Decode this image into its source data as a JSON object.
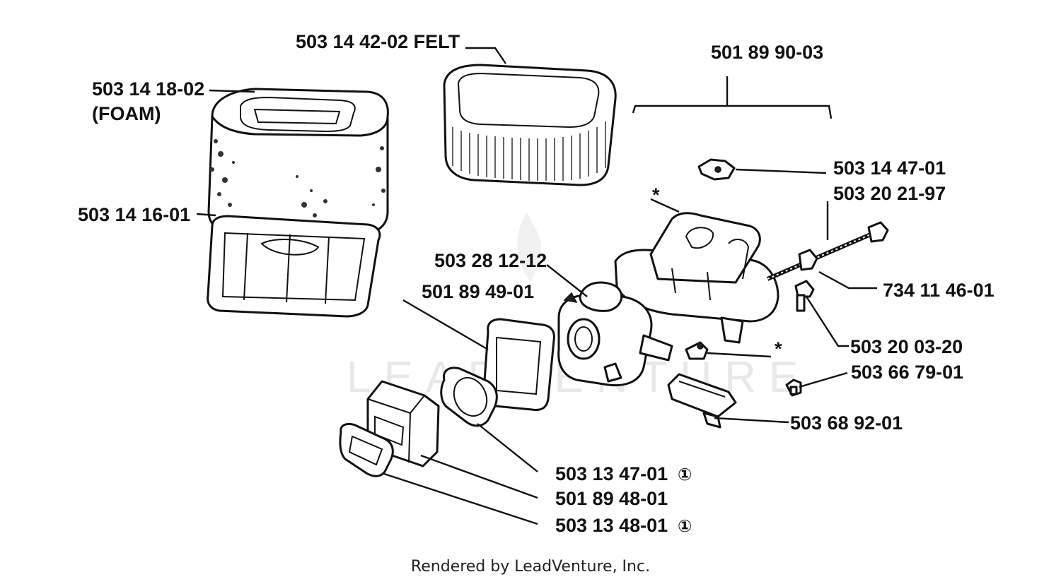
{
  "watermark": "LEADVENTURE",
  "footer": "Rendered by LeadVenture, Inc.",
  "labels": {
    "felt": "503 14 42-02 FELT",
    "foam_part": "503 14 18-02",
    "foam_note": "(FOAM)",
    "frame": "503 14 16-01",
    "assembly": "501 89 90-03",
    "gasket_top": "503 14 47-01",
    "bolt": "503 20 21-97",
    "carb": "503 28 12-12",
    "gasket_rect": "501 89 49-01",
    "nut": "734 11 46-01",
    "screw": "503 20 03-20",
    "plug": "503 66 79-01",
    "bracket": "503 68 92-01",
    "gasket_round": "503 13 47-01",
    "gasket_round_mark": "①",
    "insulator": "501 89 48-01",
    "gasket_bottom": "503 13 48-01",
    "gasket_bottom_mark": "①",
    "asterisk_top": "*",
    "asterisk_right": "*"
  }
}
